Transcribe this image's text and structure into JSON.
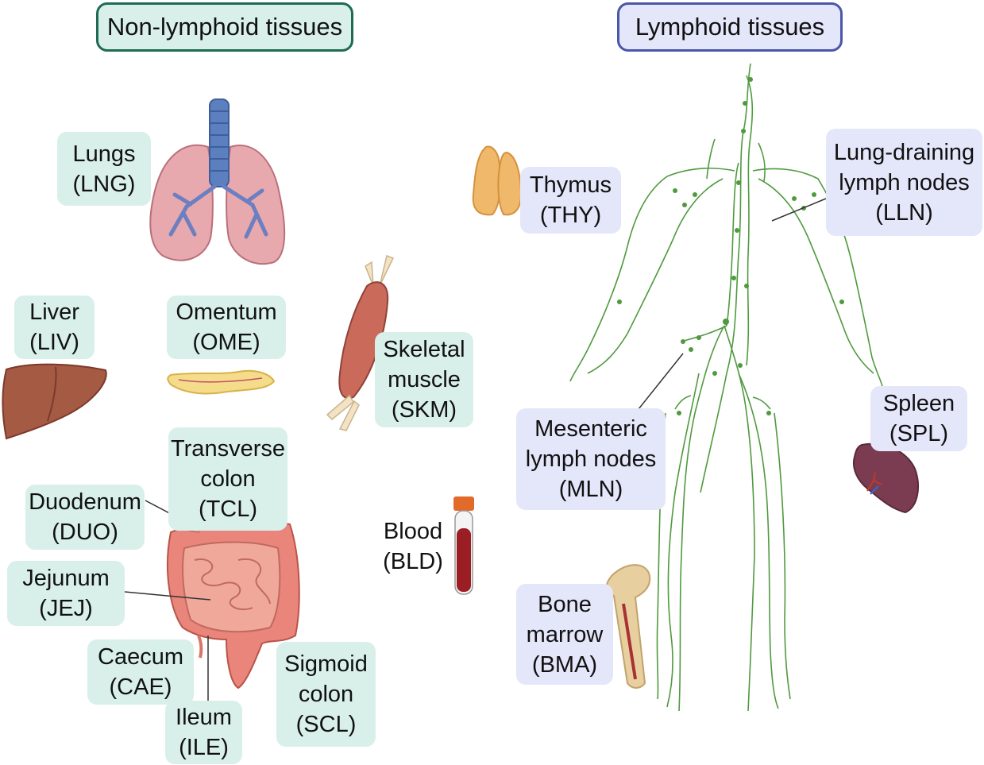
{
  "headers": {
    "non_lymphoid": "Non-lymphoid tissues",
    "lymphoid": "Lymphoid tissues"
  },
  "tissues": {
    "lungs": {
      "name": "Lungs",
      "code": "(LNG)"
    },
    "liver": {
      "name": "Liver",
      "code": "(LIV)"
    },
    "omentum": {
      "name": "Omentum",
      "code": "(OME)"
    },
    "skeletal": {
      "line1": "Skeletal",
      "line2": "muscle",
      "code": "(SKM)"
    },
    "transverse": {
      "line1": "Transverse",
      "line2": "colon",
      "code": "(TCL)"
    },
    "duodenum": {
      "name": "Duodenum",
      "code": "(DUO)"
    },
    "jejunum": {
      "name": "Jejunum",
      "code": "(JEJ)"
    },
    "caecum": {
      "name": "Caecum",
      "code": "(CAE)"
    },
    "ileum": {
      "name": "Ileum",
      "code": "(ILE)"
    },
    "sigmoid": {
      "line1": "Sigmoid",
      "line2": "colon",
      "code": "(SCL)"
    },
    "blood": {
      "name": "Blood",
      "code": "(BLD)"
    },
    "thymus": {
      "name": "Thymus",
      "code": "(THY)"
    },
    "lln": {
      "line1": "Lung-draining",
      "line2": "lymph nodes",
      "code": "(LLN)"
    },
    "spleen": {
      "name": "Spleen",
      "code": "(SPL)"
    },
    "mln": {
      "line1": "Mesenteric",
      "line2": "lymph nodes",
      "code": "(MLN)"
    },
    "bone": {
      "line1": "Bone",
      "line2": "marrow",
      "code": "(BMA)"
    }
  },
  "colors": {
    "non_lymphoid_fill": "#d9f0ea",
    "non_lymphoid_border": "#1e6a52",
    "lymphoid_fill": "#e4e6fa",
    "lymphoid_border": "#4a56a8",
    "lymph_vessels": "#4f9a3e"
  }
}
